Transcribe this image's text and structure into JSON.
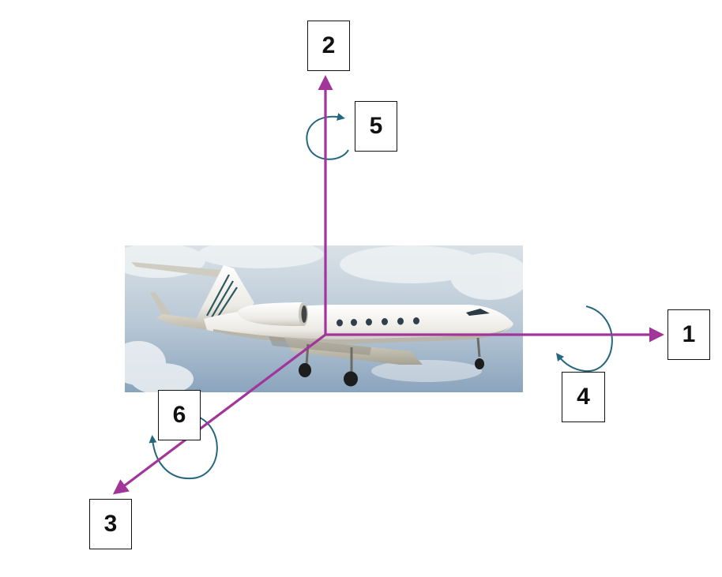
{
  "colors": {
    "axis": "#a1359a",
    "rotation": "#25677f",
    "sky_top": "#c8d3dc",
    "sky_bottom": "#8fa9c1",
    "fuselage": "#f1f1ef",
    "stripe": "#2e5a5f"
  },
  "photo": {
    "subject": "business-jet-in-flight"
  },
  "labels": {
    "axis_1": "1",
    "axis_2": "2",
    "axis_3": "3",
    "rot_4": "4",
    "rot_5": "5",
    "rot_6": "6"
  }
}
